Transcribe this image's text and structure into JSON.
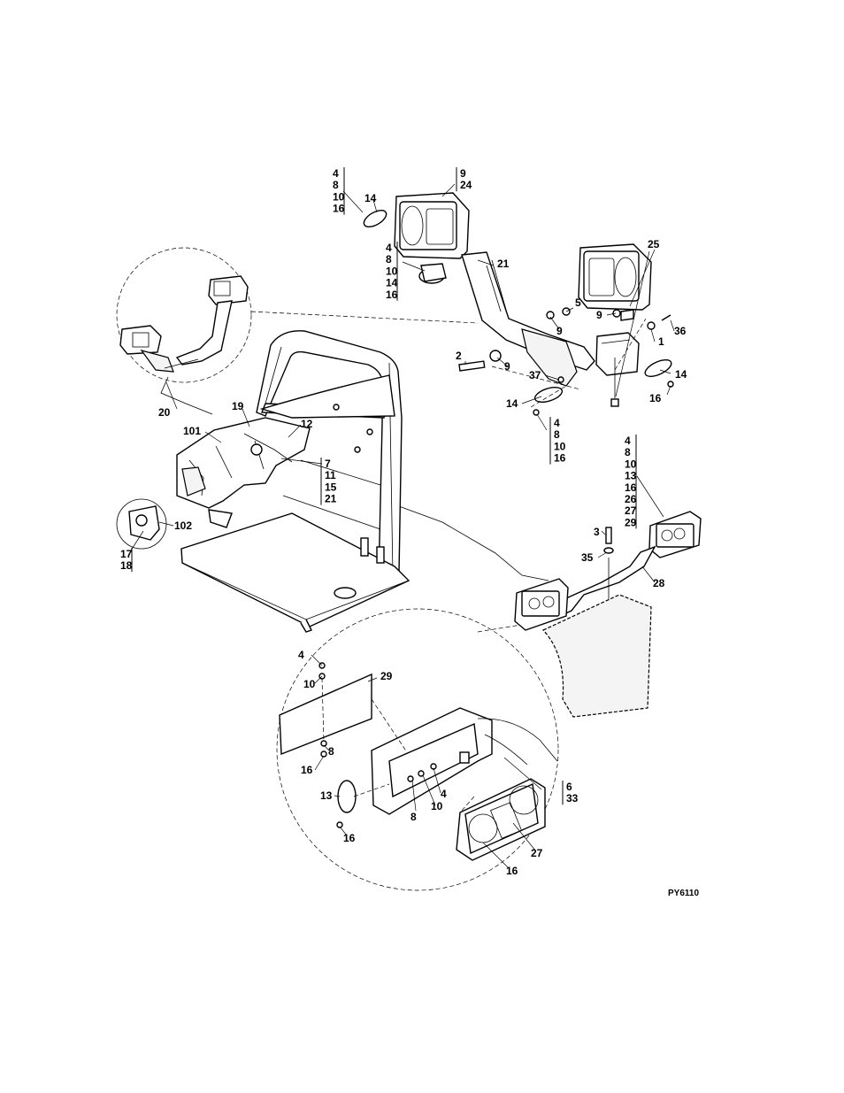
{
  "drawing_code": "PY6110",
  "callouts": [
    {
      "id": "c1",
      "lines": [
        "4",
        "8",
        "10",
        "16"
      ]
    },
    {
      "id": "c2",
      "lines": [
        "14"
      ]
    },
    {
      "id": "c3",
      "lines": [
        "9",
        "24"
      ]
    },
    {
      "id": "c4",
      "lines": [
        "4",
        "8",
        "10",
        "14",
        "16"
      ]
    },
    {
      "id": "c5",
      "lines": [
        "25"
      ]
    },
    {
      "id": "c6",
      "lines": [
        "21"
      ]
    },
    {
      "id": "c7",
      "lines": [
        "5"
      ]
    },
    {
      "id": "c8",
      "lines": [
        "9"
      ]
    },
    {
      "id": "c9",
      "lines": [
        "9"
      ]
    },
    {
      "id": "c10",
      "lines": [
        "1"
      ]
    },
    {
      "id": "c11",
      "lines": [
        "36"
      ]
    },
    {
      "id": "c12",
      "lines": [
        "2"
      ]
    },
    {
      "id": "c13",
      "lines": [
        "9"
      ]
    },
    {
      "id": "c14",
      "lines": [
        "37"
      ]
    },
    {
      "id": "c15",
      "lines": [
        "14"
      ]
    },
    {
      "id": "c16",
      "lines": [
        "16"
      ]
    },
    {
      "id": "c17",
      "lines": [
        "14"
      ]
    },
    {
      "id": "c18",
      "lines": [
        "4",
        "8",
        "10",
        "16"
      ]
    },
    {
      "id": "c19",
      "lines": [
        "20"
      ]
    },
    {
      "id": "c20",
      "lines": [
        "19"
      ]
    },
    {
      "id": "c21",
      "lines": [
        "12"
      ]
    },
    {
      "id": "c22",
      "lines": [
        "101"
      ]
    },
    {
      "id": "c23",
      "lines": [
        "7",
        "11",
        "15",
        "21"
      ]
    },
    {
      "id": "c24",
      "lines": [
        "4",
        "8",
        "10",
        "13",
        "16",
        "26",
        "27",
        "29"
      ]
    },
    {
      "id": "c25",
      "lines": [
        "102"
      ]
    },
    {
      "id": "c26",
      "lines": [
        "17",
        "18"
      ]
    },
    {
      "id": "c27",
      "lines": [
        "3"
      ]
    },
    {
      "id": "c28",
      "lines": [
        "35"
      ]
    },
    {
      "id": "c29",
      "lines": [
        "28"
      ]
    },
    {
      "id": "c30",
      "lines": [
        "4"
      ]
    },
    {
      "id": "c31",
      "lines": [
        "10"
      ]
    },
    {
      "id": "c32",
      "lines": [
        "29"
      ]
    },
    {
      "id": "c33",
      "lines": [
        "8"
      ]
    },
    {
      "id": "c34",
      "lines": [
        "16"
      ]
    },
    {
      "id": "c35",
      "lines": [
        "13"
      ]
    },
    {
      "id": "c36",
      "lines": [
        "16"
      ]
    },
    {
      "id": "c37",
      "lines": [
        "8"
      ]
    },
    {
      "id": "c38",
      "lines": [
        "10"
      ]
    },
    {
      "id": "c39",
      "lines": [
        "4"
      ]
    },
    {
      "id": "c40",
      "lines": [
        "6",
        "33"
      ]
    },
    {
      "id": "c41",
      "lines": [
        "27"
      ]
    },
    {
      "id": "c42",
      "lines": [
        "16"
      ]
    }
  ]
}
